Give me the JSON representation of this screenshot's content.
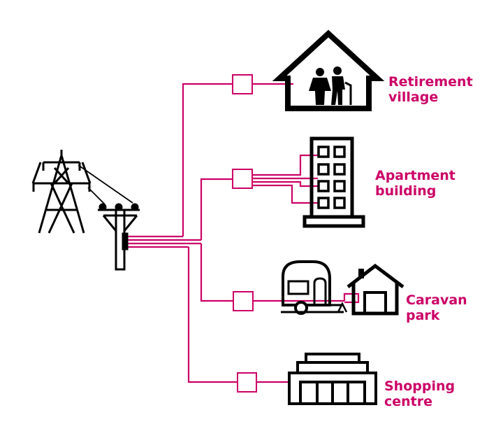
{
  "colors": {
    "accent": "#cc0066",
    "icon": "#000000",
    "background": "#ffffff"
  },
  "source": {
    "tower_icon": "transmission-tower-icon",
    "pole_icon": "power-pole-icon"
  },
  "destinations": [
    {
      "label": "Retirement\nvillage",
      "icon": "retirement-house-icon"
    },
    {
      "label": "Apartment\nbuilding",
      "icon": "apartment-building-icon"
    },
    {
      "label": "Caravan park",
      "icon": "caravan-and-house-icon"
    },
    {
      "label": "Shopping centre",
      "icon": "shopping-centre-icon"
    }
  ]
}
